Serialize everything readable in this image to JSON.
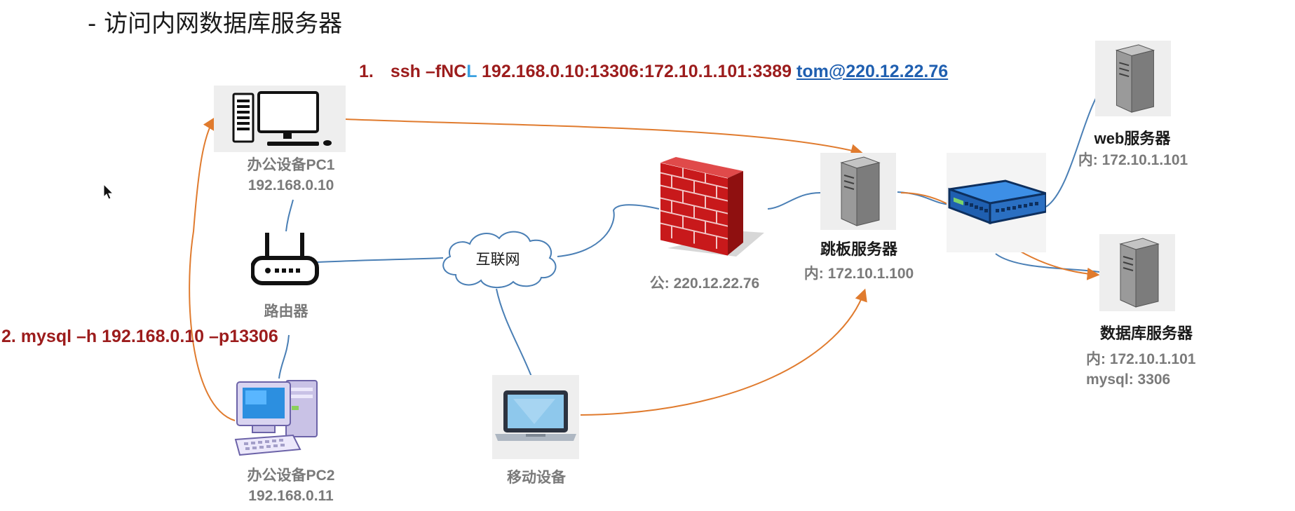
{
  "title": "- 访问内网数据库服务器",
  "commands": {
    "cmd1_num": "1.",
    "cmd1_pre": "ssh –fNC",
    "cmd1_flag": "L",
    "cmd1_args": " 192.168.0.10:13306:172.10.1.101:3389 ",
    "cmd1_link": "tom@220.12.22.76",
    "cmd2": "2. mysql –h 192.168.0.10 –p13306"
  },
  "nodes": {
    "pc1": {
      "name": "办公设备PC1",
      "ip": "192.168.0.10"
    },
    "router": {
      "name": "路由器"
    },
    "pc2": {
      "name": "办公设备PC2",
      "ip": "192.168.0.11"
    },
    "internet": {
      "name": "互联网"
    },
    "mobile": {
      "name": "移动设备"
    },
    "firewall": {
      "ip": "公: 220.12.22.76"
    },
    "jump": {
      "name": "跳板服务器",
      "ip": "内: 172.10.1.100"
    },
    "web": {
      "name": "web服务器",
      "ip": "内: 172.10.1.101"
    },
    "db": {
      "name": "数据库服务器",
      "ip": "内: 172.10.1.101",
      "port": "mysql: 3306"
    }
  },
  "colors": {
    "link_line": "#4a7fb5",
    "flow_arrow": "#e07b2e",
    "command_text": "#9c1c1c",
    "link_text": "#1f5fb0"
  },
  "icons": [
    "desktop-pc-icon",
    "router-icon",
    "retro-pc-icon",
    "cloud-icon",
    "laptop-icon",
    "firewall-icon",
    "server-icon",
    "switch-icon"
  ]
}
